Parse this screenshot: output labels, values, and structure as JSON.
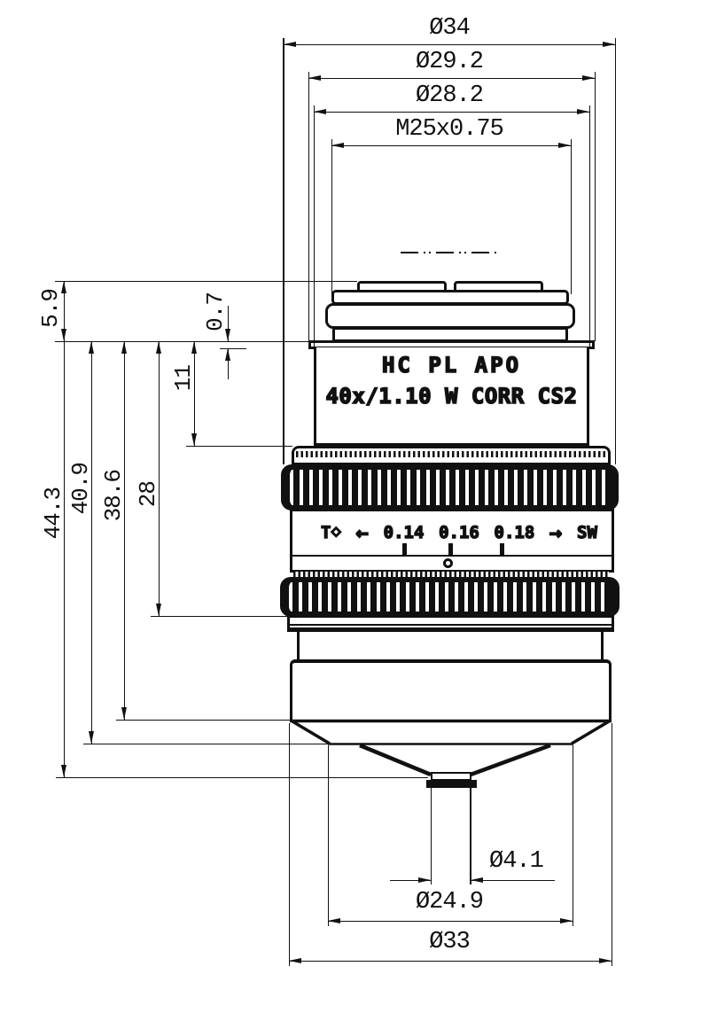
{
  "engraving": {
    "line1": "HC PL APO",
    "line2": "40x/1.10 W CORR CS2"
  },
  "collar_markings": {
    "temp_symbol": "T⋄",
    "arrow_left": "←",
    "value_014": "0.14",
    "value_016": "0.16",
    "value_018": "0.18",
    "arrow_right": "→",
    "sw_label": "SW"
  },
  "dimensions": {
    "top": {
      "outer_diameter": "Ø34",
      "flange_diameter": "Ø29.2",
      "body_diameter": "Ø28.2",
      "thread": "M25x0.75"
    },
    "left": {
      "thread_height": "5.9",
      "lip_height": "0.7",
      "upper_body_length": "11",
      "to_lower_knurl": "28",
      "to_cylinder_end": "38.6",
      "to_cone_base": "40.9",
      "total_length": "44.3"
    },
    "bottom": {
      "front_lens_diameter": "Ø4.1",
      "cone_base_diameter": "Ø24.9",
      "lower_body_diameter": "Ø33"
    }
  }
}
